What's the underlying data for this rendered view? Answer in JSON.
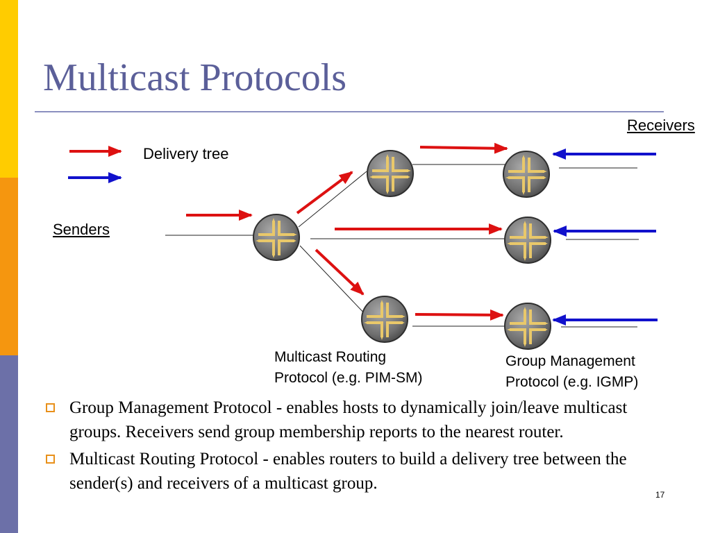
{
  "slide": {
    "title": "Multicast Protocols",
    "page_number": "17"
  },
  "colors": {
    "title": "#5b5f99",
    "sidebar_bands": [
      "#ffcc00",
      "#f5960f",
      "#6c70a8"
    ],
    "delivery_arrow": "#dd1111",
    "report_arrow": "#1111cc",
    "bullet_marker": "#e8901a"
  },
  "diagram": {
    "labels": {
      "receivers": "Receivers",
      "senders": "Senders",
      "legend_delivery_tree": "Delivery tree"
    },
    "captions": {
      "routing_protocol": [
        "Multicast Routing",
        "Protocol (e.g. PIM-SM)"
      ],
      "group_mgmt_protocol": [
        "Group Management",
        "Protocol (e.g. IGMP)"
      ]
    },
    "icons": {
      "router": "router-icon",
      "delivery_arrow": "red-arrow-icon",
      "report_arrow": "blue-arrow-icon"
    },
    "router_count": 6
  },
  "bullets": [
    "Group Management Protocol - enables hosts to dynamically join/leave multicast groups. Receivers send group membership reports to the nearest router.",
    "Multicast Routing Protocol - enables routers to build a delivery tree between the sender(s) and receivers of a multicast group."
  ]
}
